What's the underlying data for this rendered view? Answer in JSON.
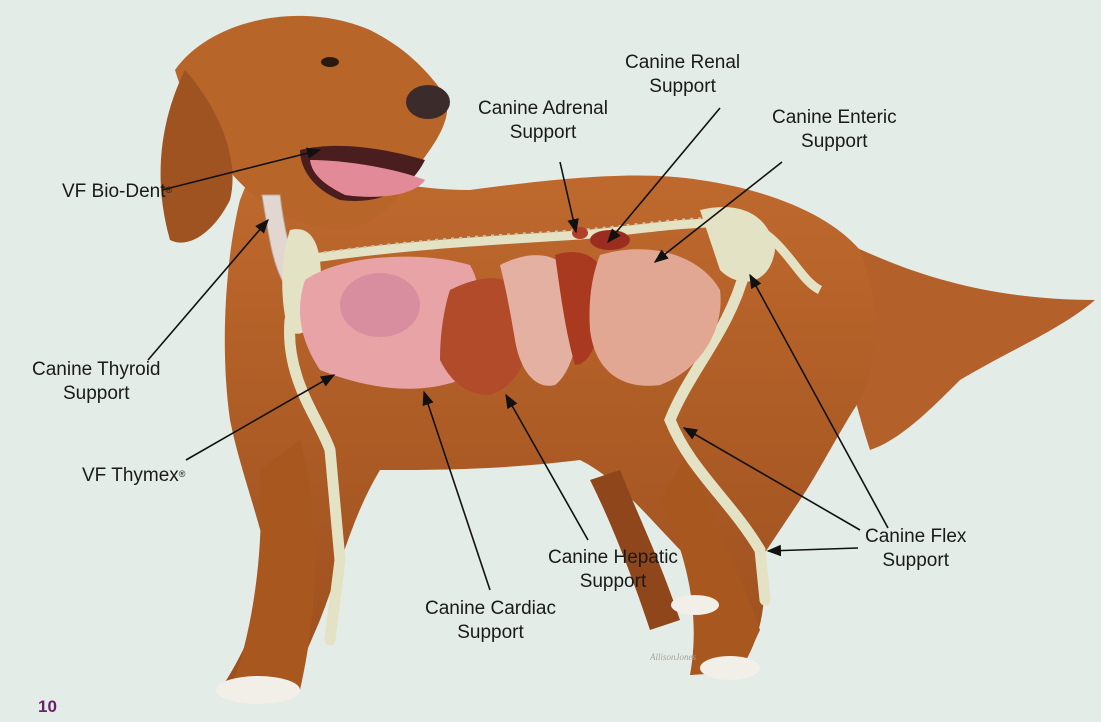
{
  "colors": {
    "background": "#e3ece6",
    "fur": "#b5622a",
    "organ_pink": "#e9a0a4",
    "skeleton": "#e4e2c4",
    "page_number": "#6b1f6b"
  },
  "labels": {
    "bio_dent": {
      "text": "VF Bio-Dent",
      "mark": "®"
    },
    "thyroid": {
      "line1": "Canine Thyroid",
      "line2": "Support"
    },
    "thymex": {
      "text": "VF Thymex",
      "mark": "®"
    },
    "adrenal": {
      "line1": "Canine Adrenal",
      "line2": "Support"
    },
    "renal": {
      "line1": "Canine Renal",
      "line2": "Support"
    },
    "enteric": {
      "line1": "Canine Enteric",
      "line2": "Support"
    },
    "hepatic": {
      "line1": "Canine Hepatic",
      "line2": "Support"
    },
    "cardiac": {
      "line1": "Canine Cardiac",
      "line2": "Support"
    },
    "flex": {
      "line1": "Canine Flex",
      "line2": "Support"
    }
  },
  "signature": "AllisonJones",
  "page_number": "10"
}
